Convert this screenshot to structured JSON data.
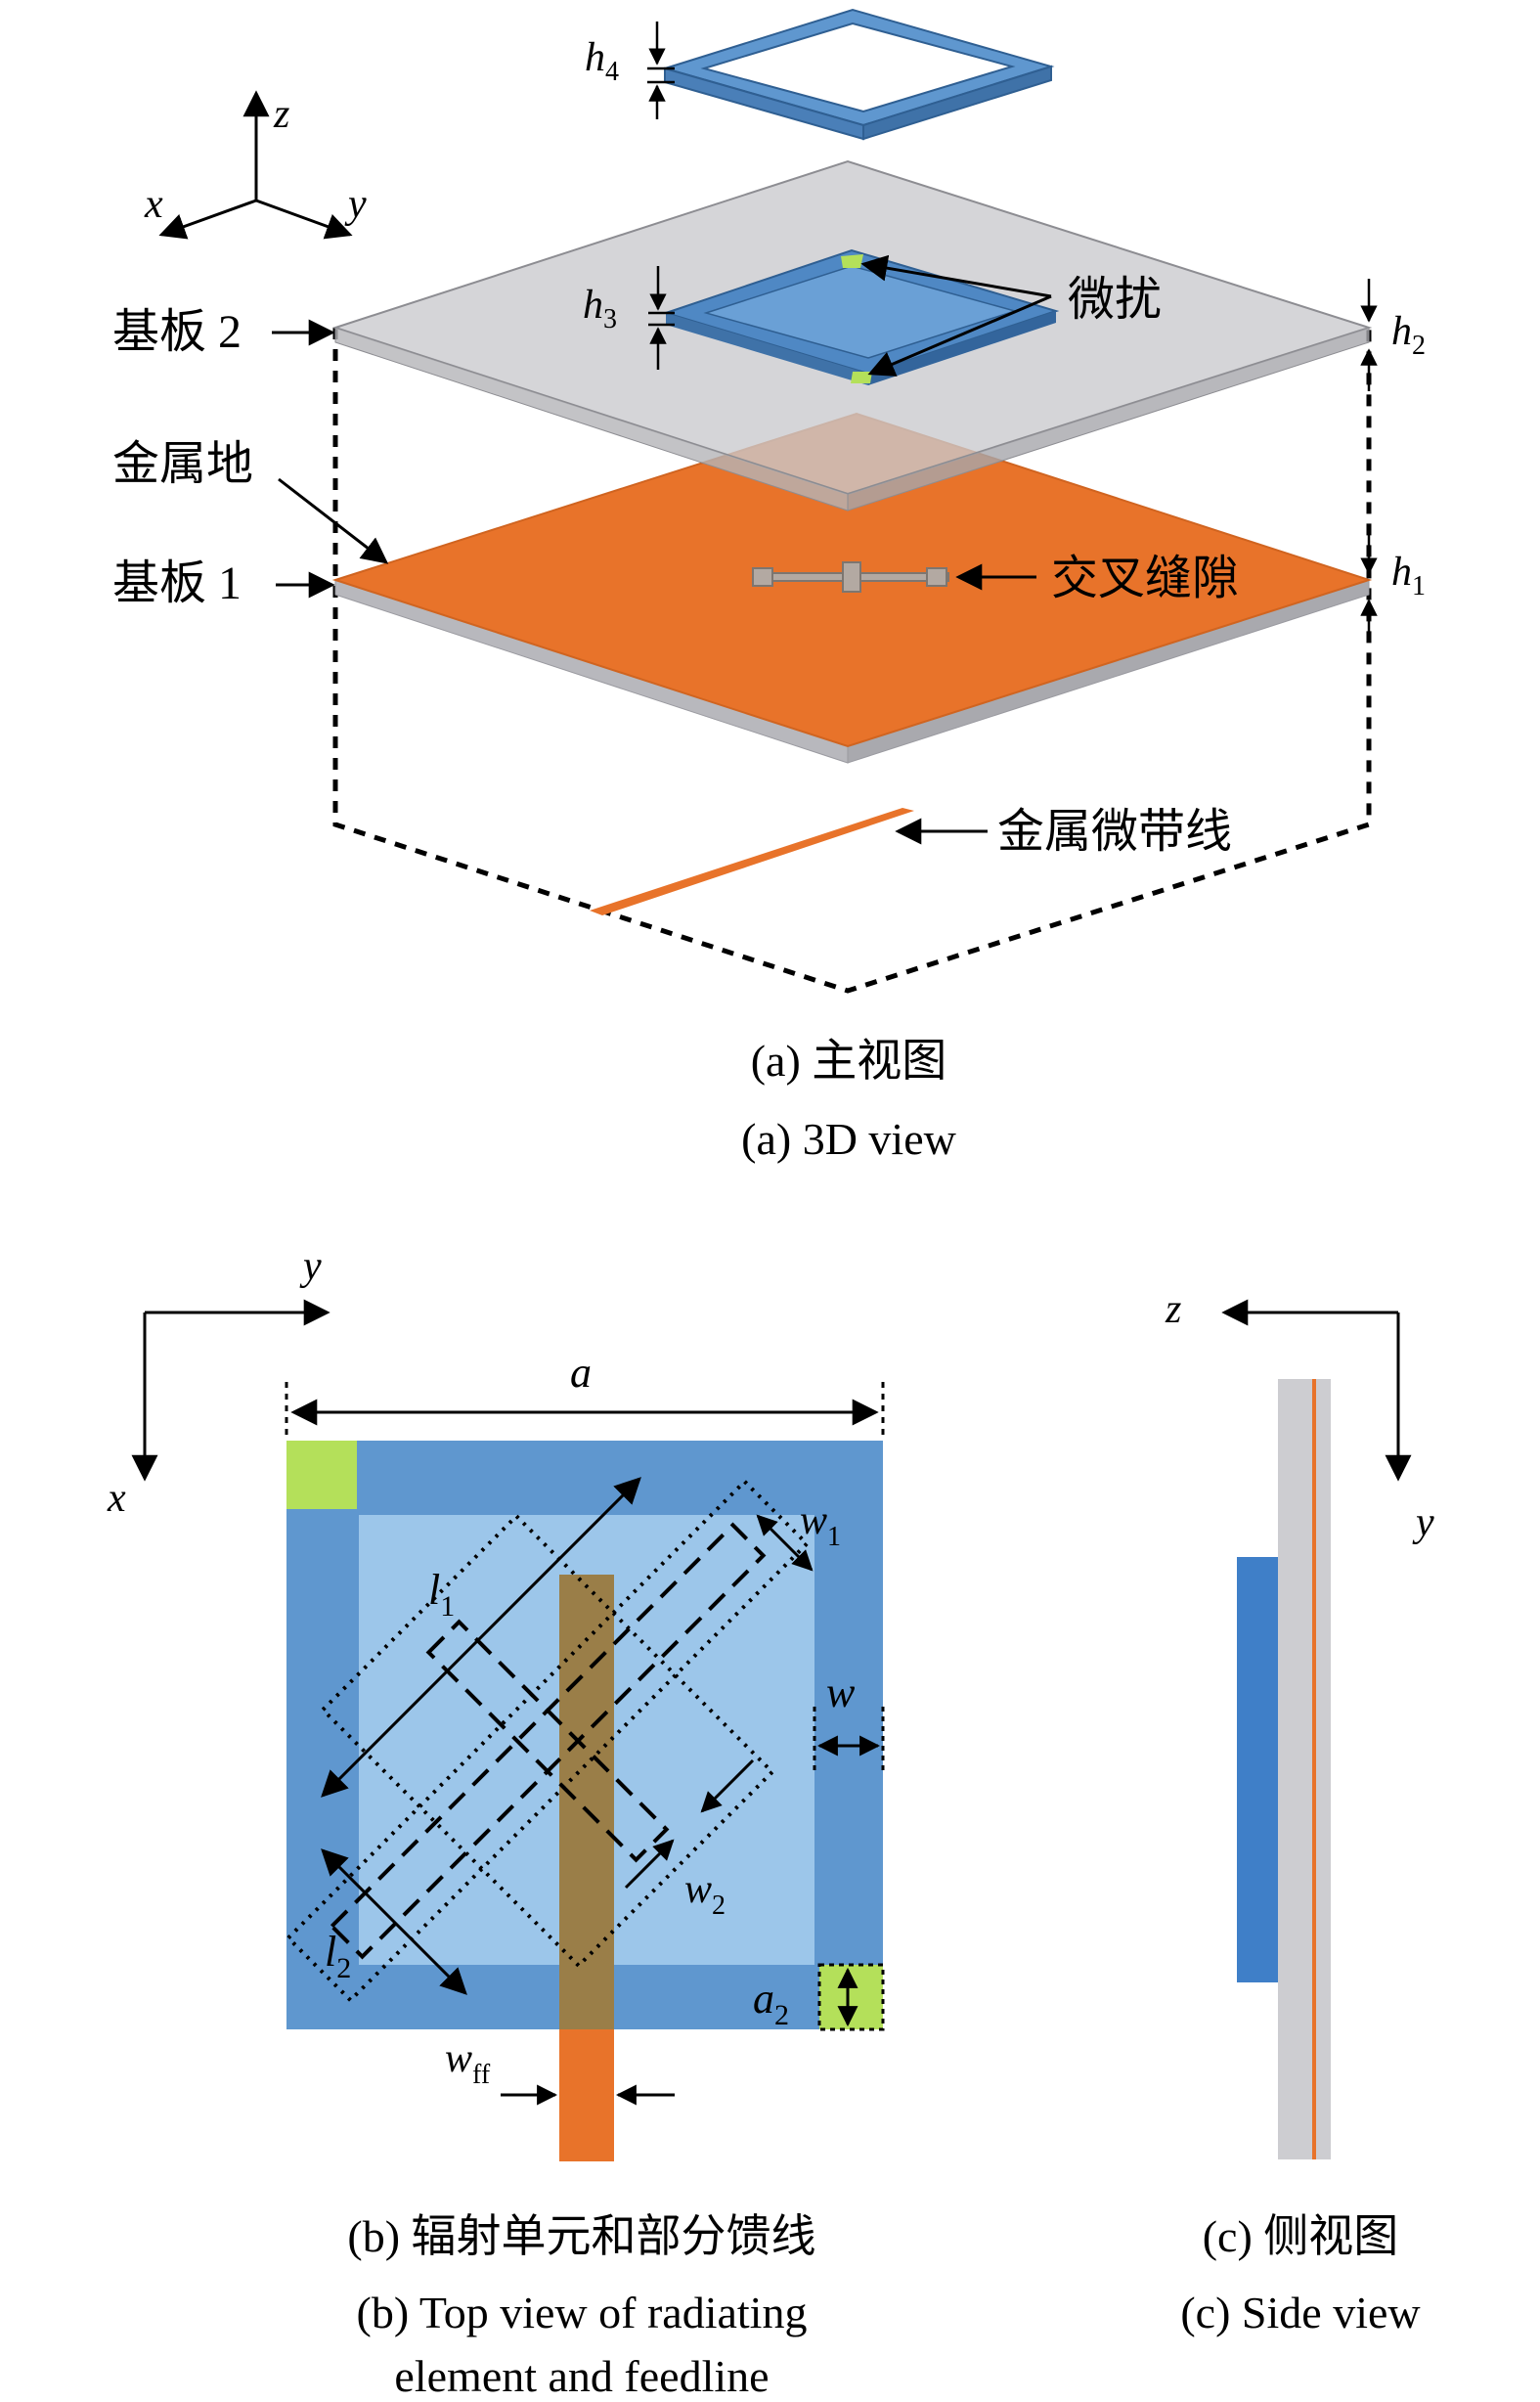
{
  "colors": {
    "substrate": "#c9c9cd",
    "ground": "#e8732a",
    "patch_blue": "#5f97cf",
    "inner_blue": "#9cc6ea",
    "perturb_green": "#b4e05a",
    "feed_orange": "#e8732a",
    "feed_overlap": "#9a7e48"
  },
  "view3d": {
    "axis_z": "z",
    "axis_x": "x",
    "axis_y": "y",
    "h4": "h",
    "h4_sub": "4",
    "h3": "h",
    "h3_sub": "3",
    "h2": "h",
    "h2_sub": "2",
    "h1": "h",
    "h1_sub": "1",
    "perturbation": "微扰",
    "substrate2": "基板 2",
    "ground": "金属地",
    "substrate1": "基板 1",
    "cross_slot": "交叉缝隙",
    "microstrip": "金属微带线",
    "caption_cn": "(a) 主视图",
    "caption_en": "(a) 3D view"
  },
  "topview": {
    "axis_y": "y",
    "axis_x": "x",
    "a": "a",
    "l1": "l",
    "l1_sub": "1",
    "l2": "l",
    "l2_sub": "2",
    "w1": "w",
    "w1_sub": "1",
    "w2": "w",
    "w2_sub": "2",
    "w": "w",
    "a2": "a",
    "a2_sub": "2",
    "wff": "w",
    "wff_sub": "ff",
    "caption_cn": "(b) 辐射单元和部分馈线",
    "caption_en_1": "(b) Top view of radiating",
    "caption_en_2": "element and feedline"
  },
  "sideview": {
    "axis_z": "z",
    "axis_y": "y",
    "caption_cn": "(c) 侧视图",
    "caption_en": "(c) Side view"
  }
}
